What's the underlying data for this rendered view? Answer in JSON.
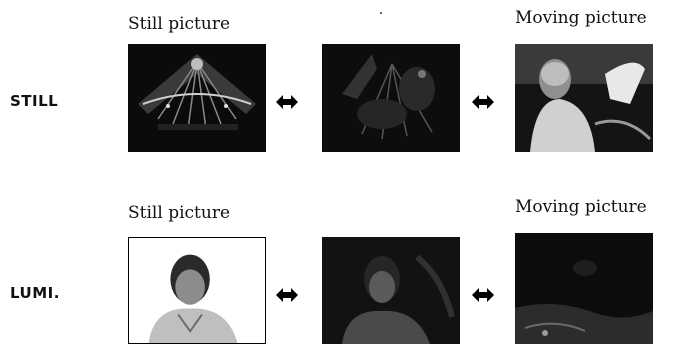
{
  "rows": [
    {
      "label": "STILL",
      "left_caption": "Still picture",
      "right_caption": "Moving picture",
      "frames": [
        {
          "icon": "carousel-lights-photo"
        },
        {
          "icon": "dim-carousel-photo"
        },
        {
          "icon": "child-portrait-photo"
        }
      ]
    },
    {
      "label": "LUMI.",
      "left_caption": "Still picture",
      "right_caption": "Moving picture",
      "frames": [
        {
          "icon": "bright-portrait-photo"
        },
        {
          "icon": "mid-portrait-photo"
        },
        {
          "icon": "dark-portrait-photo"
        }
      ]
    }
  ],
  "arrow_icon": "double-arrow-icon"
}
